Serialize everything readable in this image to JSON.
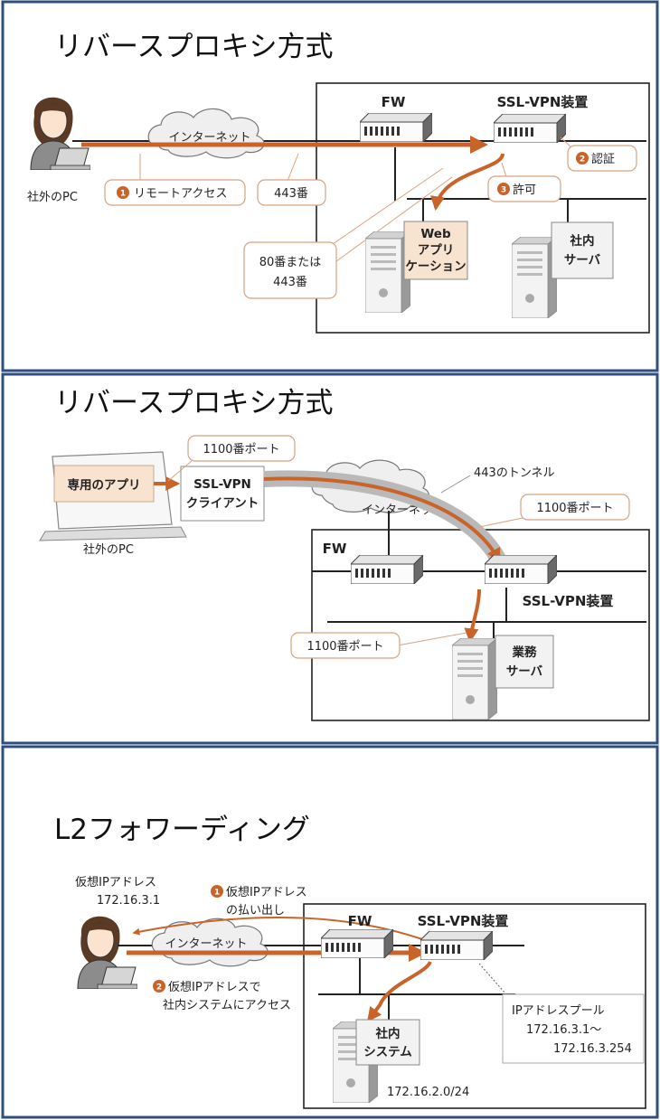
{
  "panel1": {
    "title": "リバースプロキシ方式",
    "pc_label": "社外のPC",
    "internet": "インターネット",
    "fw": "FW",
    "ssl_vpn": "SSL-VPN装置",
    "callouts": {
      "remote_access": "リモートアクセス",
      "port_443": "443番",
      "auth": "認証",
      "permit": "許可",
      "port_80_443_line1": "80番または",
      "port_80_443_line2": "443番"
    },
    "steps": {
      "one": "1",
      "two": "2",
      "three": "3"
    },
    "web_app": {
      "line1": "Web",
      "line2": "アプリ",
      "line3": "ケーション"
    },
    "server": {
      "line1": "社内",
      "line2": "サーバ"
    }
  },
  "panel2": {
    "title": "リバースプロキシ方式",
    "app": "専用のアプリ",
    "port_1100": "1100番ポート",
    "client": {
      "line1": "SSL-VPN",
      "line2": "クライアント"
    },
    "pc_label": "社外のPC",
    "tunnel": "443のトンネル",
    "internet": "インターネット",
    "port_1100_b": "1100番ポート",
    "fw": "FW",
    "ssl_vpn": "SSL-VPN装置",
    "port_1100_c": "1100番ポート",
    "server": {
      "line1": "業務",
      "line2": "サーバ"
    }
  },
  "panel3": {
    "title": "L2フォワーディング",
    "virtual_ip_label": "仮想IPアドレス",
    "virtual_ip_value": "172.16.3.1",
    "step1_line1": "仮想IPアドレス",
    "step1_line2": "の払い出し",
    "fw": "FW",
    "ssl_vpn": "SSL-VPN装置",
    "internet": "インターネット",
    "step2_line1": "仮想IPアドレスで",
    "step2_line2": "社内システムにアクセス",
    "steps": {
      "one": "1",
      "two": "2"
    },
    "pool": {
      "title": "IPアドレスプール",
      "line1": "172.16.3.1～",
      "line2": "172.16.3.254"
    },
    "system": {
      "line1": "社内",
      "line2": "システム"
    },
    "subnet": "172.16.2.0/24"
  },
  "colors": {
    "accent": "#c8642a",
    "border": "#2f4f7f",
    "callout_stroke": "#d9a27f",
    "tunnel": "#b9b9b9"
  }
}
